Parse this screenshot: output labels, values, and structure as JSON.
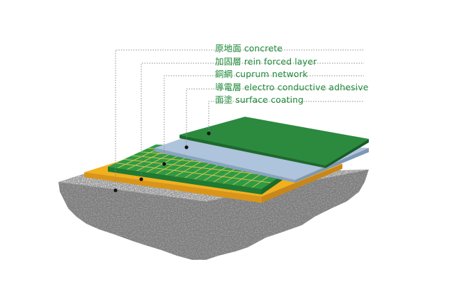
{
  "layers": [
    {
      "cn": "原地面",
      "en": "concrete"
    },
    {
      "cn": "加固層",
      "en": "rein forced layer"
    },
    {
      "cn": "銅網",
      "en": "cuprum network"
    },
    {
      "cn": "導電層",
      "en": "electro conductive adhesive"
    },
    {
      "cn": "面塗",
      "en": "surface coating"
    }
  ],
  "colors": {
    "label_text": "#1f8a38",
    "leader_line": "#8a8a8a",
    "surface_coating": "#2b8a3e",
    "conductive_adhesive": "#a9bfd9",
    "cuprum_network_base": "#2f9a45",
    "cuprum_network_grid": "#c9c24a",
    "reinforced_layer": "#f0ad1e",
    "concrete": "#8e8e8e"
  }
}
